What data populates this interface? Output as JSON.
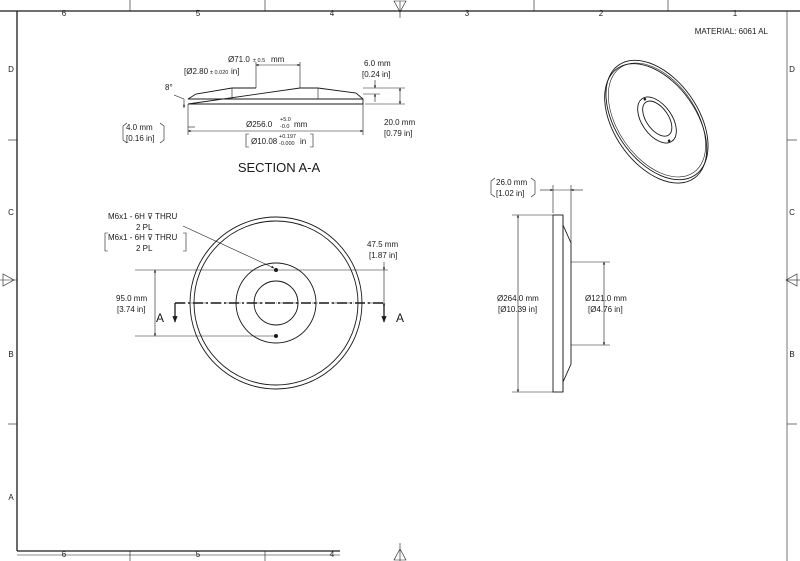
{
  "sheet": {
    "material": "MATERIAL: 6061 AL",
    "zones_top": [
      "6",
      "5",
      "4",
      "3",
      "2",
      "1"
    ],
    "zones_bottom": [
      "6",
      "5",
      "4"
    ],
    "zones_left": [
      "D",
      "C",
      "B",
      "A"
    ],
    "zones_right": [
      "D",
      "C",
      "B"
    ]
  },
  "section_view": {
    "title": "SECTION A-A",
    "inner_dia_mm": "Ø71.0",
    "inner_dia_tol_mm": "± 0.5",
    "inner_dia_mm_unit": "mm",
    "inner_dia_in": "[Ø2.80",
    "inner_dia_tol_in": "± 0.020",
    "inner_dia_in_unit": "in]",
    "angle": "8°",
    "thickness_mm": "6.0 mm",
    "thickness_in": "[0.24 in]",
    "outer_dia_mm": "Ø256.0",
    "outer_dia_tol_mm_upper": "+5.0",
    "outer_dia_tol_mm_lower": "-0.0",
    "outer_dia_mm_unit": "mm",
    "outer_dia_in": "Ø10.08",
    "outer_dia_tol_in_upper": "+0.197",
    "outer_dia_tol_in_lower": "-0.000",
    "outer_dia_in_unit": "in",
    "plate_mm": "4.0 mm",
    "plate_in": "[0.16 in]",
    "height_mm": "20.0 mm",
    "height_in": "[0.79 in]"
  },
  "front_view": {
    "thread_callout": "M6x1 - 6H ⊽ THRU",
    "thread_qty": "2 PL",
    "thread_callout_alt": "M6x1 - 6H ⊽ THRU",
    "thread_qty_alt": "2 PL",
    "hole_offset_mm": "47.5 mm",
    "hole_offset_in": "[1.87 in]",
    "hole_spacing_mm": "95.0 mm",
    "hole_spacing_in": "[3.74 in]",
    "section_label_left": "A",
    "section_label_right": "A"
  },
  "side_view": {
    "width_mm": "26.0 mm",
    "width_in": "[1.02 in]",
    "outer_dia_mm": "Ø264.0 mm",
    "outer_dia_in": "[Ø10.39 in]",
    "hub_dia_mm": "Ø121.0 mm",
    "hub_dia_in": "[Ø4.76 in]"
  }
}
